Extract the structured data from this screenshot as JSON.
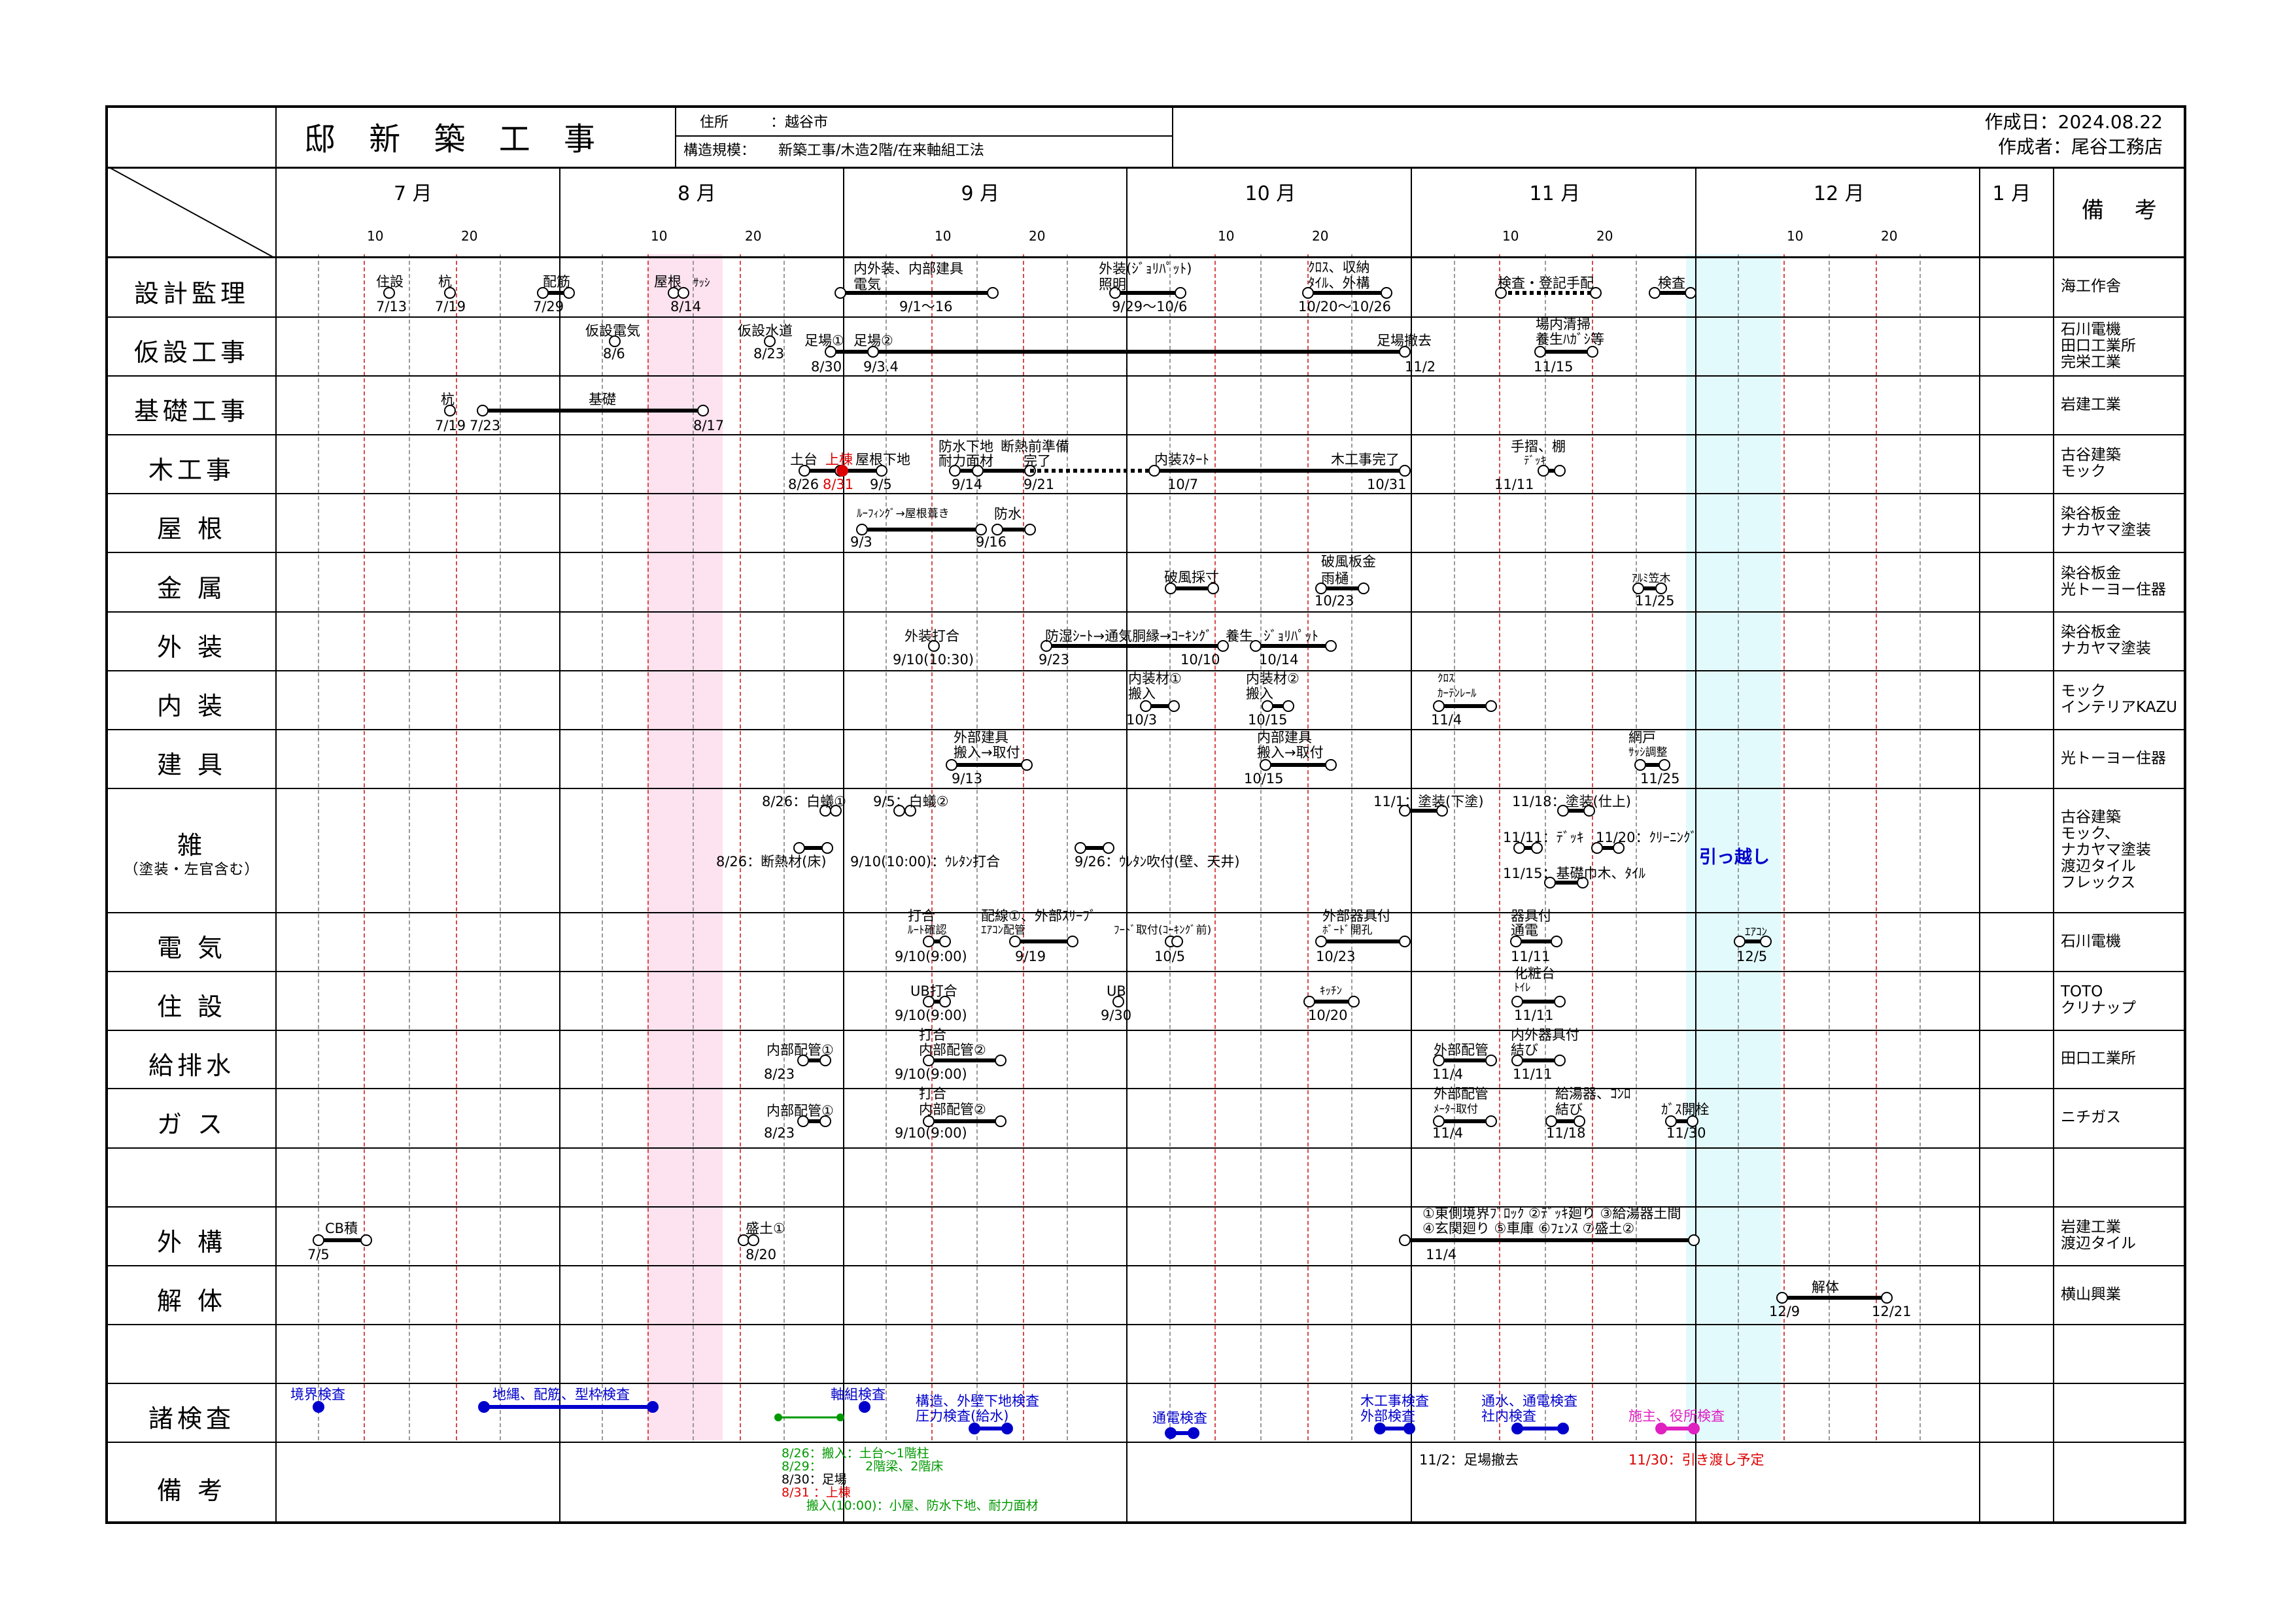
{
  "header": {
    "title": "邸 新 築 工 事",
    "address_label": "住所",
    "address_value": "：越谷市",
    "structure_label": "構造規模：",
    "structure_value": "新築工事/木造2階/在来軸組工法",
    "created_date": "作成日：2024.08.22",
    "author": "作成者：尾谷工務店"
  },
  "months": [
    "7 月",
    "8 月",
    "9 月",
    "10 月",
    "11 月",
    "12 月",
    "1 月"
  ],
  "days": [
    "10",
    "20"
  ],
  "remarks_header": "備 考",
  "categories": [
    {
      "name": "設計監理",
      "remarks": [
        "海工作舎"
      ]
    },
    {
      "name": "仮設工事",
      "remarks": [
        "石川電機",
        "田口工業所",
        "完栄工業"
      ]
    },
    {
      "name": "基礎工事",
      "remarks": [
        "岩建工業"
      ]
    },
    {
      "name": "木工事",
      "remarks": [
        "古谷建築",
        "モック"
      ]
    },
    {
      "name": "屋 根",
      "remarks": [
        "染谷板金",
        "ナカヤマ塗装"
      ]
    },
    {
      "name": "金 属",
      "remarks": [
        "染谷板金",
        "光トーヨー住器"
      ]
    },
    {
      "name": "外 装",
      "remarks": [
        "染谷板金",
        "ナカヤマ塗装"
      ]
    },
    {
      "name": "内 装",
      "remarks": [
        "モック",
        "インテリアKAZU"
      ]
    },
    {
      "name": "建 具",
      "remarks": [
        "光トーヨー住器"
      ]
    },
    {
      "name": "雑",
      "sub": "（塗装・左官含む）",
      "remarks": [
        "古谷建築",
        "モック、",
        "ナカヤマ塗装",
        "渡辺タイル",
        "フレックス"
      ]
    },
    {
      "name": "電 気",
      "remarks": [
        "石川電機"
      ]
    },
    {
      "name": "住 設",
      "remarks": [
        "TOTO",
        "クリナップ"
      ]
    },
    {
      "name": "給排水",
      "remarks": [
        "田口工業所"
      ]
    },
    {
      "name": "ガ ス",
      "remarks": [
        "ニチガス"
      ]
    },
    {
      "name": "",
      "remarks": []
    },
    {
      "name": "外 構",
      "remarks": [
        "岩建工業",
        "渡辺タイル"
      ]
    },
    {
      "name": "解 体",
      "remarks": [
        "横山興業"
      ]
    },
    {
      "name": "",
      "remarks": []
    },
    {
      "name": "諸検査",
      "remarks": []
    },
    {
      "name": "備 考",
      "remarks": []
    }
  ],
  "labels": {
    "r0": [
      "住設",
      "杭",
      "配筋",
      "屋根",
      "ｻｯｼ",
      "内外装、内部建具",
      "電気",
      "外装(ｼﾞｮﾘﾊﾟｯﾄ)",
      "照明",
      "ｸﾛｽ、収納",
      "ﾀｲﾙ、外構",
      "検査・登記手配",
      "検査"
    ],
    "r0d": [
      "7/13",
      "7/19",
      "7/29",
      "8/14",
      "9/1〜16",
      "9/29〜10/6",
      "10/20〜10/26"
    ],
    "r1": [
      "仮設電気",
      "仮設水道",
      "足場①",
      "足場②",
      "足場撤去",
      "場内清掃",
      "養生ﾊｶﾞｼ等"
    ],
    "r1d": [
      "8/6",
      "8/23",
      "8/30",
      "9/3.4",
      "11/2",
      "11/15"
    ],
    "r2": [
      "杭",
      "基礎"
    ],
    "r2d": [
      "7/19",
      "7/23",
      "8/17"
    ],
    "r3": [
      "土台",
      "上棟",
      "屋根下地",
      "防水下地",
      "耐力面材",
      "断熱前準備",
      "完了",
      "内装ｽﾀｰﾄ",
      "木工事完了",
      "手摺、棚",
      "ﾃﾞｯｷ"
    ],
    "r3d": [
      "8/26",
      "8/31",
      "9/5",
      "9/14",
      "9/21",
      "10/7",
      "10/31",
      "11/11"
    ],
    "r4": [
      "ﾙｰﾌｨﾝｸﾞ→屋根葺き",
      "防水"
    ],
    "r4d": [
      "9/3",
      "9/16"
    ],
    "r5": [
      "破風採寸",
      "破風板金",
      "雨樋",
      "ｱﾙﾐ笠木"
    ],
    "r5d": [
      "10/23",
      "11/25"
    ],
    "r6": [
      "外装打合",
      "防湿ｼｰﾄ→通気胴縁→ｺｰｷﾝｸﾞ",
      "養生",
      "ｼﾞｮﾘﾊﾟｯﾄ"
    ],
    "r6d": [
      "9/10(10:30)",
      "9/23",
      "10/10",
      "10/14"
    ],
    "r7": [
      "内装材①",
      "搬入",
      "内装材②",
      "搬入",
      "ｸﾛｽ",
      "ｶｰﾃﾝﾚｰﾙ"
    ],
    "r7d": [
      "10/3",
      "10/15",
      "11/4"
    ],
    "r8": [
      "外部建具",
      "搬入→取付",
      "内部建具",
      "搬入→取付",
      "網戸",
      "ｻｯｼ調整"
    ],
    "r8d": [
      "9/13",
      "10/15",
      "11/25"
    ],
    "r9": [
      "8/26：白蟻①",
      "9/5：白蟻②",
      "11/1：塗装(下塗)",
      "11/18：塗装(仕上)",
      "8/26：断熱材(床)",
      "9/10(10:00)：ｳﾚﾀﾝ打合",
      "9/26：ｳﾚﾀﾝ吹付(壁、天井)",
      "11/11：ﾃﾞｯｷ",
      "11/20：ｸﾘｰﾆﾝｸﾞ",
      "11/15：基礎巾木、ﾀｲﾙ",
      "引っ越し"
    ],
    "r10": [
      "打合",
      "ﾙｰﾄ確認",
      "配線①、外部ｽﾘｰﾌﾞ",
      "ｴｱｺﾝ配管",
      "ﾌｰﾄﾞ取付(ｺｰｷﾝｸﾞ前)",
      "外部器具付",
      "ﾎﾞｰﾄﾞ開孔",
      "器具付",
      "通電",
      "ｴｱｺﾝ"
    ],
    "r10d": [
      "9/10(9:00)",
      "9/19",
      "10/5",
      "10/23",
      "11/11",
      "12/5"
    ],
    "r11": [
      "UB打合",
      "UB",
      "ｷｯﾁﾝ",
      "化粧台",
      "ﾄｲﾚ"
    ],
    "r11d": [
      "9/10(9:00)",
      "9/30",
      "10/20",
      "11/11"
    ],
    "r12": [
      "内部配管①",
      "打合",
      "内部配管②",
      "外部配管",
      "内外器具付",
      "結び"
    ],
    "r12d": [
      "8/23",
      "9/10(9:00)",
      "11/4",
      "11/11"
    ],
    "r13": [
      "内部配管①",
      "打合",
      "内部配管②",
      "外部配管",
      "ﾒｰﾀｰ取付",
      "給湯器、ｺﾝﾛ",
      "結び",
      "ｶﾞｽ開栓"
    ],
    "r13d": [
      "8/23",
      "9/10(9:00)",
      "11/4",
      "11/18",
      "11/30"
    ],
    "r15": [
      "CB積",
      "盛土①",
      "①東側境界ﾌﾞﾛｯｸ ②ﾃﾞｯｷ廻り ③給湯器土間",
      "④玄関廻り ⑤車庫 ⑥ﾌｪﾝｽ ⑦盛土②"
    ],
    "r15d": [
      "7/5",
      "8/20",
      "11/4"
    ],
    "r16": [
      "解体"
    ],
    "r16d": [
      "12/9",
      "12/21"
    ],
    "r18": [
      "境界検査",
      "地縄、配筋、型枠検査",
      "軸組検査",
      "構造、外壁下地検査",
      "圧力検査(給水)",
      "通電検査",
      "木工事検査",
      "外部検査",
      "通水、通電検査",
      "社内検査",
      "施主、役所検査"
    ],
    "r19": [
      "8/26：搬入：土台〜1階柱",
      "8/29：　　　　2階梁、2階床",
      "8/30：足場",
      "8/31 ：上棟",
      "　　搬入(10:00)：小屋、防水下地、耐力面材",
      "11/2：足場撤去",
      "11/30：引き渡し予定"
    ]
  },
  "colors": {
    "accent_pink": "#fde2ef",
    "accent_cyan": "#e2fafc",
    "inspection_blue": "#0000cc",
    "note_green": "#009900",
    "note_red": "#dd0000",
    "note_magenta": "#e020c0"
  }
}
